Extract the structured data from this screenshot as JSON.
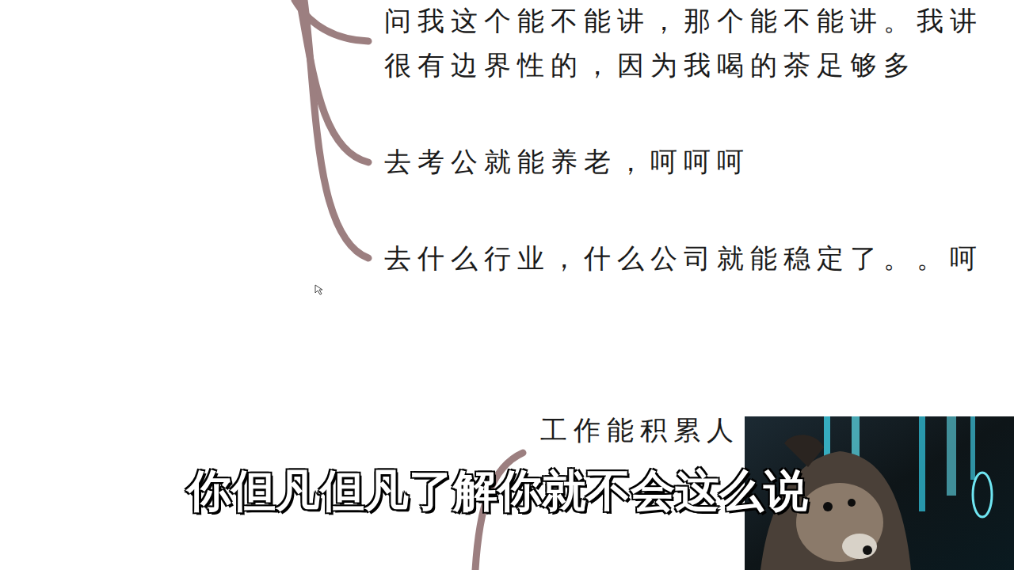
{
  "diagram": {
    "labels": [
      "问我这个能不能讲，那个能不能讲。我讲",
      "很有边界性的，因为我喝的茶足够多",
      "去考公就能养老，呵呵呵",
      "去什么行业，什么公司就能稳定了。。呵",
      "工作能积累人",
      "你但凡但凡了解你就不会这么说"
    ]
  }
}
